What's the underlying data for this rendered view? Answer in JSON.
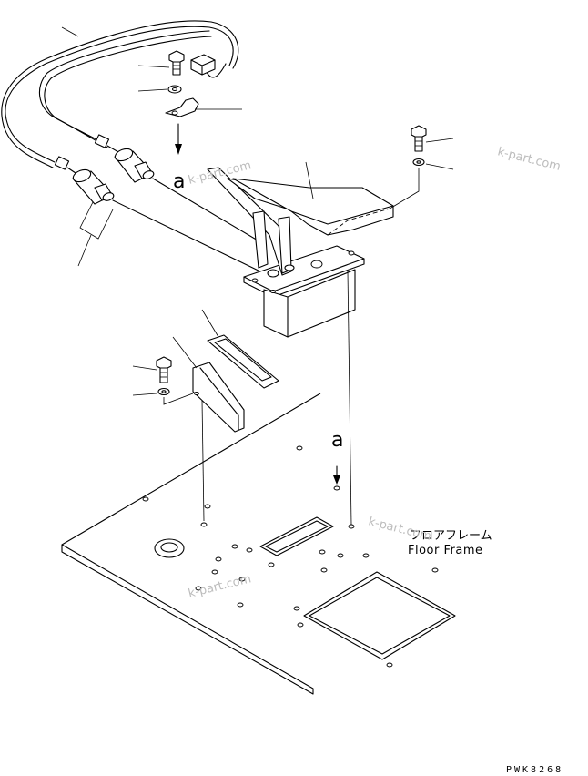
{
  "diagram": {
    "view_label_top": "a",
    "view_label_bottom": "a",
    "floor_frame_jp": "フロアフレーム",
    "floor_frame_en": "Floor Frame",
    "drawing_code": "PWK8268",
    "watermarks": [
      "k-part.com",
      "k-part.com",
      "k-part.com",
      "k-part.com"
    ]
  }
}
